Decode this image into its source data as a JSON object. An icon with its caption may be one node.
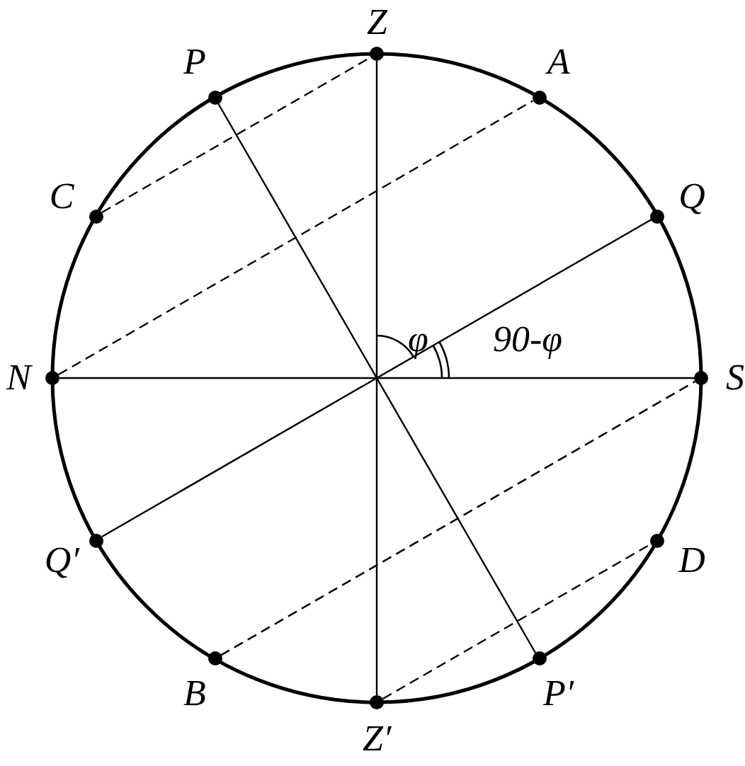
{
  "diagram": {
    "nodes": [
      {
        "text": [
          "Z"
        ]
      },
      {
        "text": [
          "P"
        ]
      },
      {
        "text": [
          "A"
        ]
      },
      {
        "text": [
          "C"
        ]
      },
      {
        "text": [
          "Q"
        ]
      },
      {
        "text": [
          "N"
        ]
      },
      {
        "text": [
          "S"
        ]
      },
      {
        "text": [
          "Q′"
        ]
      },
      {
        "text": [
          "D"
        ]
      },
      {
        "text": [
          "B"
        ]
      },
      {
        "text": [
          "P′"
        ]
      },
      {
        "text": [
          "Z′"
        ]
      }
    ],
    "edges": [
      {
        "from": 0,
        "to": 11,
        "arrow": "none"
      },
      {
        "from": 5,
        "to": 6,
        "arrow": "none"
      },
      {
        "from": 1,
        "to": 10,
        "arrow": "none"
      },
      {
        "from": 4,
        "to": 7,
        "arrow": "none"
      },
      {
        "from": 3,
        "to": 0,
        "arrow": "none",
        "style": "dashed"
      },
      {
        "from": 5,
        "to": 2,
        "arrow": "none",
        "style": "dashed"
      },
      {
        "from": 9,
        "to": 6,
        "arrow": "none",
        "style": "dashed"
      },
      {
        "from": 11,
        "to": 8,
        "arrow": "none",
        "style": "dashed"
      }
    ],
    "labels": [
      "φ",
      "90-φ"
    ]
  }
}
